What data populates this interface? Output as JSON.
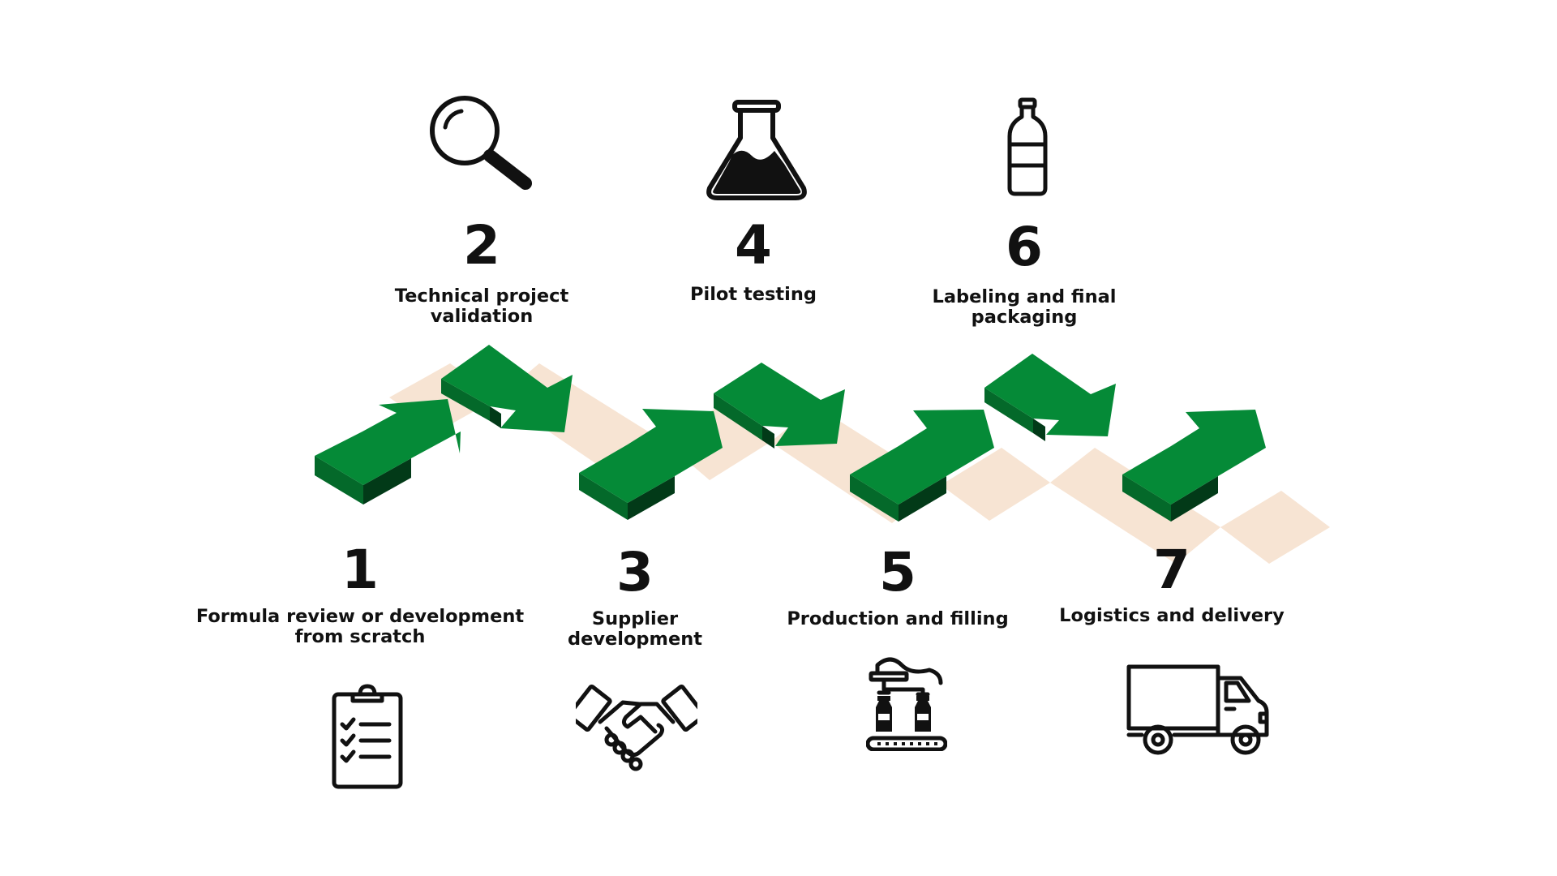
{
  "steps": [
    {
      "number": "1",
      "label_lines": [
        "Formula review or development",
        "from scratch"
      ],
      "icon": "clipboard-checklist-icon"
    },
    {
      "number": "2",
      "label_lines": [
        "Technical project",
        "validation"
      ],
      "icon": "magnifying-glass-icon"
    },
    {
      "number": "3",
      "label_lines": [
        "Supplier",
        "development"
      ],
      "icon": "handshake-icon"
    },
    {
      "number": "4",
      "label_lines": [
        "Pilot testing"
      ],
      "icon": "flask-icon"
    },
    {
      "number": "5",
      "label_lines": [
        "Production and filling"
      ],
      "icon": "filling-machine-icon"
    },
    {
      "number": "6",
      "label_lines": [
        "Labeling and final",
        "packaging"
      ],
      "icon": "bottle-icon"
    },
    {
      "number": "7",
      "label_lines": [
        "Logistics and delivery"
      ],
      "icon": "delivery-truck-icon"
    }
  ],
  "colors": {
    "arrow_top": "#058a37",
    "arrow_side": "#04692a",
    "arrow_front": "#023a18",
    "path": "#f7e4d3",
    "text": "#111111",
    "icon": "#111111"
  }
}
